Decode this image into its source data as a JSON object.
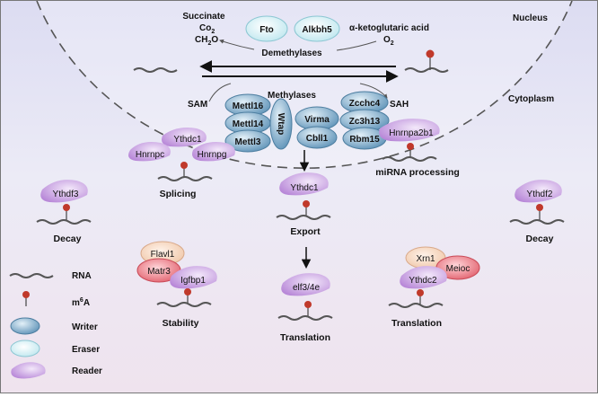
{
  "compartments": {
    "nucleus": "Nucleus",
    "cytoplasm": "Cytoplasm"
  },
  "erasers": {
    "title": "Demethylases",
    "proteins": [
      "Fto",
      "Alkbh5"
    ]
  },
  "demethylation_products": {
    "left_lines": [
      "Succinate",
      "Co",
      "CH",
      "O"
    ],
    "akg": "α-ketoglutaric acid",
    "o2": "O"
  },
  "writers": {
    "title": "Methylases",
    "sam": "SAM",
    "sah": "SAH",
    "proteins": [
      "Mettl16",
      "Mettl14",
      "Mettl3",
      "Wtap",
      "Virma",
      "Cbll1",
      "Zcchc4",
      "Zc3h13",
      "Rbm15"
    ]
  },
  "splicing": {
    "proteins": [
      "Ythdc1",
      "Hnrnpc",
      "Hnrnpg"
    ],
    "label": "Splicing"
  },
  "mirna": {
    "protein": "Hnrnpa2b1",
    "label": "miRNA processing"
  },
  "export": {
    "protein": "Ythdc1",
    "label": "Export"
  },
  "decay_left": {
    "protein": "Ythdf3",
    "label": "Decay"
  },
  "decay_right": {
    "protein": "Ythdf2",
    "label": "Decay"
  },
  "stability": {
    "proteins": [
      "Flavl1",
      "Matr3",
      "Igfbp1"
    ],
    "label": "Stability"
  },
  "translation_mid": {
    "protein": "elf3/4e",
    "label": "Translation"
  },
  "translation_right": {
    "proteins": [
      "Xrn1",
      "Meioc",
      "Ythdc2"
    ],
    "label": "Translation"
  },
  "legend": {
    "rna": "RNA",
    "m6a": "m",
    "m6a_sup": "6",
    "m6a_tail": "A",
    "writer": "Writer",
    "eraser": "Eraser",
    "reader": "Reader"
  },
  "colors": {
    "writer": "#6fa3c4",
    "eraser": "#cfeef2",
    "reader": "#c99be0",
    "m6a": "#c0392b",
    "red_protein": "#e36f7a",
    "peach_protein": "#f3cfb3"
  }
}
